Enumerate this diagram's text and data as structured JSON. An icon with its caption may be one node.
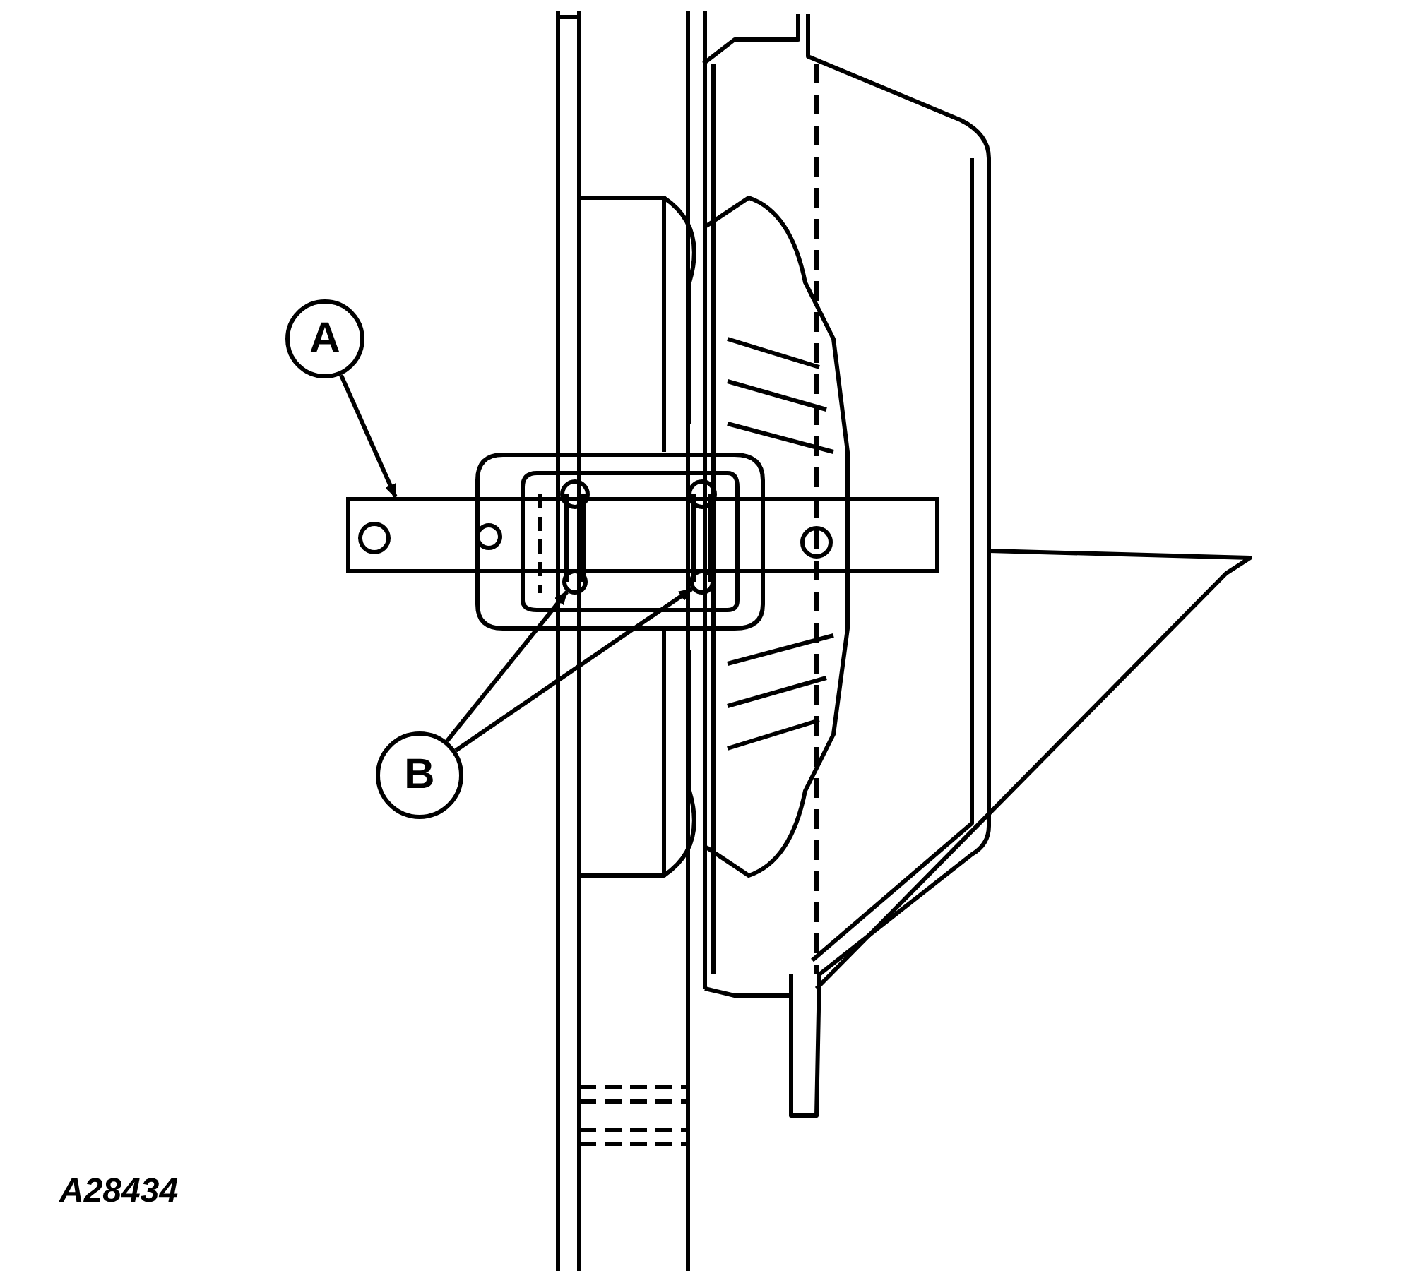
{
  "diagram": {
    "nodes": [
      {
        "text": [
          "A"
        ]
      },
      {
        "text": [],
        "shape": "bar"
      },
      {
        "text": [
          "B"
        ]
      },
      {
        "text": [],
        "shape": "circle"
      },
      {
        "text": [],
        "shape": "circle"
      }
    ],
    "edges": [
      {
        "from": 0,
        "to": 1,
        "arrow": "to"
      },
      {
        "from": 2,
        "to": 3,
        "arrow": "to"
      },
      {
        "from": 2,
        "to": 4,
        "arrow": "to"
      }
    ],
    "labels": [
      "A28434"
    ]
  }
}
